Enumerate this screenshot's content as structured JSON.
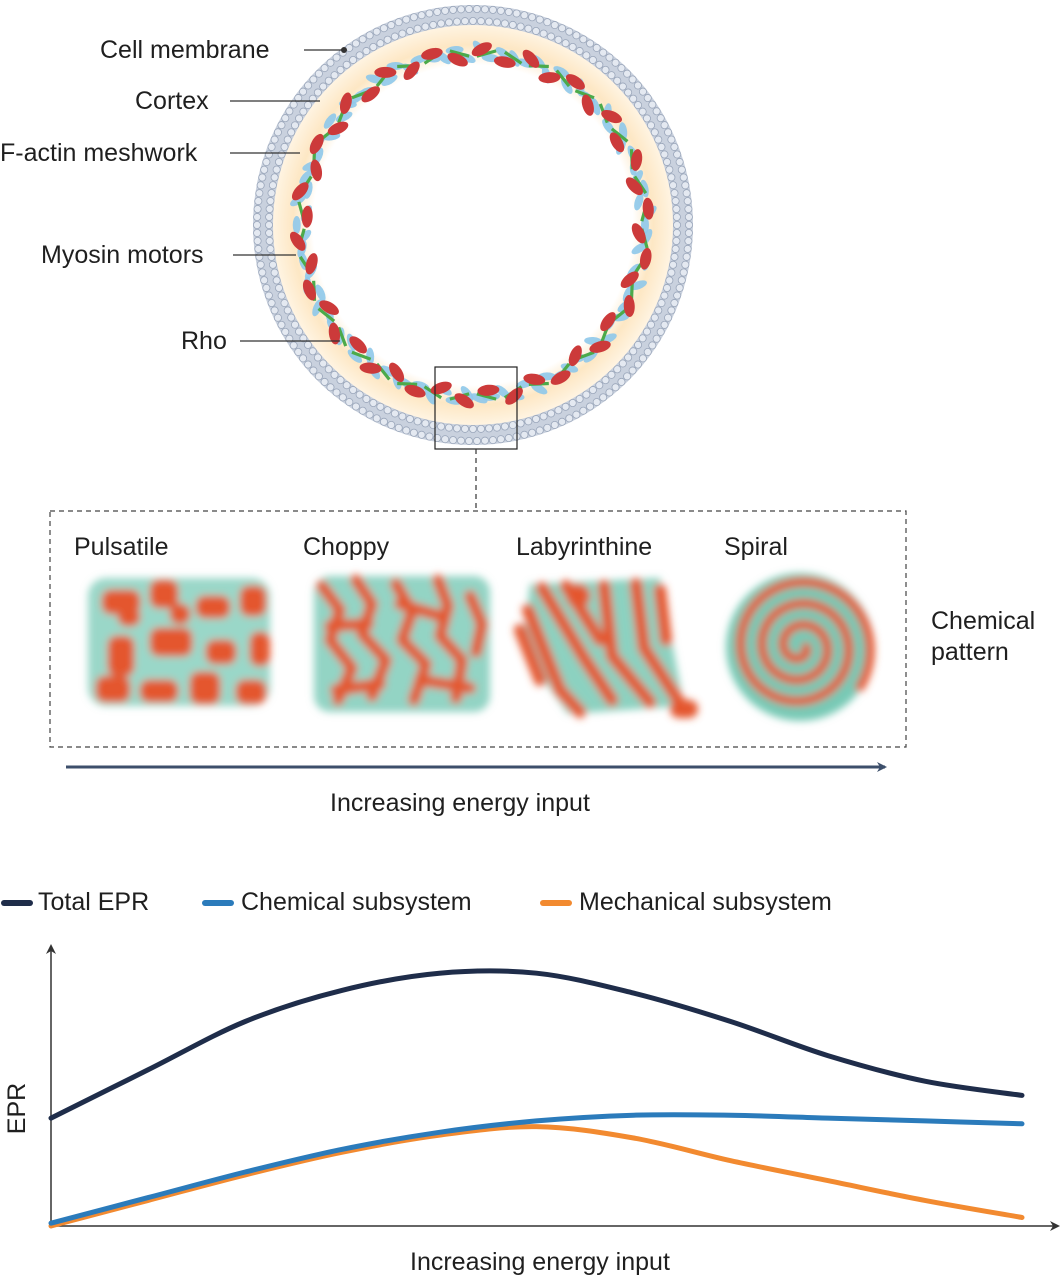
{
  "cell": {
    "labels": {
      "membrane": "Cell membrane",
      "cortex": "Cortex",
      "factin": "F-actin meshwork",
      "myosin": "Myosin motors",
      "rho": "Rho"
    }
  },
  "patterns": {
    "items": [
      {
        "label": "Pulsatile"
      },
      {
        "label": "Choppy"
      },
      {
        "label": "Labyrinthine"
      },
      {
        "label": "Spiral"
      }
    ],
    "side_label_line1": "Chemical",
    "side_label_line2": "pattern",
    "arrow_label": "Increasing energy input"
  },
  "colors": {
    "membrane": "#b9c3d3",
    "cortex_glow": "#fde7c4",
    "actin": "#4caa4a",
    "mesh": "#8ec8ea",
    "myosin": "#cc3a3a",
    "pattern_red": "#e4572e",
    "pattern_teal": "#78c9b5",
    "arrow": "#3d4f6b"
  },
  "chart_data": {
    "type": "line",
    "xlabel": "Increasing energy input",
    "ylabel": "EPR",
    "x": [
      0,
      0.1,
      0.2,
      0.3,
      0.4,
      0.5,
      0.6,
      0.7,
      0.8,
      0.9,
      1.0
    ],
    "series": [
      {
        "name": "Total EPR",
        "color": "#1f2d4a",
        "values": [
          0.38,
          0.55,
          0.72,
          0.83,
          0.89,
          0.89,
          0.82,
          0.72,
          0.6,
          0.51,
          0.46
        ]
      },
      {
        "name": "Chemical subsystem",
        "color": "#2b7bbb",
        "values": [
          0.01,
          0.1,
          0.19,
          0.27,
          0.33,
          0.37,
          0.39,
          0.39,
          0.38,
          0.37,
          0.36
        ]
      },
      {
        "name": "Mechanical subsystem",
        "color": "#f28a30",
        "values": [
          0.0,
          0.09,
          0.18,
          0.26,
          0.32,
          0.35,
          0.31,
          0.23,
          0.16,
          0.09,
          0.03
        ]
      }
    ],
    "xlim": [
      0,
      1
    ],
    "ylim": [
      0,
      1
    ],
    "grid": false,
    "legend": "top"
  }
}
